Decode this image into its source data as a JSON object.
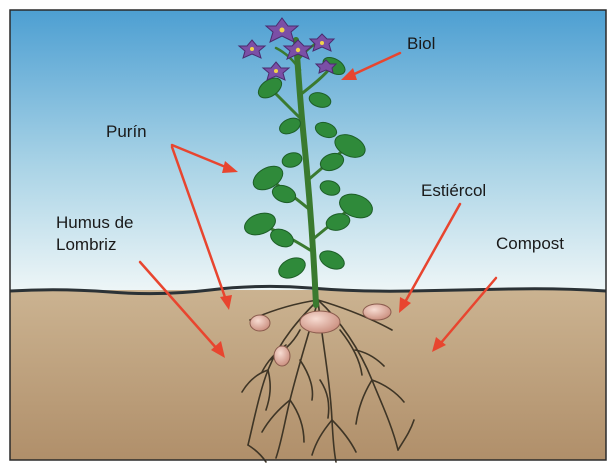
{
  "labels": {
    "biol": "Biol",
    "purin": "Purín",
    "humus_line1": "Humus de",
    "humus_line2": "Lombriz",
    "estiercol": "Estiércol",
    "compost": "Compost"
  },
  "colors": {
    "sky_top": "#4d9fd2",
    "sky_bottom": "#eef6f7",
    "soil_top": "#cbb391",
    "soil_bottom": "#b08f6a",
    "arrow": "#e8452f",
    "leaf": "#2f8a3a",
    "flower": "#7b4fa6",
    "root": "#3e3526",
    "tuber": "#e7b5a6"
  }
}
